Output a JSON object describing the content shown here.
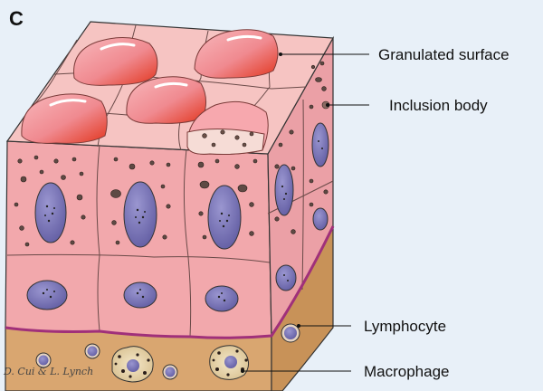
{
  "panel": {
    "letter": "C"
  },
  "callouts": [
    {
      "key": "granulated",
      "label": "Granulated surface"
    },
    {
      "key": "inclusion",
      "label": "Inclusion body"
    },
    {
      "key": "lymphocyte",
      "label": "Lymphocyte"
    },
    {
      "key": "macrophage",
      "label": "Macrophage"
    }
  ],
  "signature": "D. Cui & L. Lynch",
  "colors": {
    "background": "#e8f0f8",
    "epithelium": "#f2a8ac",
    "epithelium_top": "#f6c4c2",
    "dome_light": "#f7a0a8",
    "dome_dark": "#e2361f",
    "nucleus": "#7d78b8",
    "basement_membrane": "#a0307a",
    "connective_tissue": "#d9a670",
    "granule": "#5e4a44"
  }
}
